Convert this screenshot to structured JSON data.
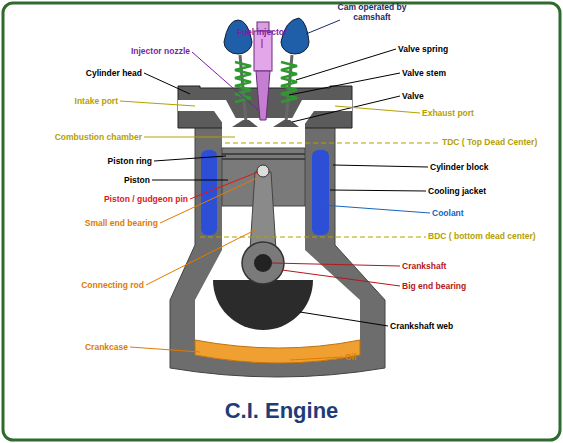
{
  "diagram": {
    "title": "C.I. Engine",
    "labels": [
      "Cam operated by camshaft",
      "Fuel injector",
      "Injector nozzle",
      "Valve spring",
      "Cylinder head",
      "Valve stem",
      "Intake port",
      "Valve",
      "Exhaust port",
      "Combustion chamber",
      "TDC ( Top Dead Center)",
      "Piston ring",
      "Cylinder block",
      "Piston",
      "Cooling jacket",
      "Piston / gudgeon pin",
      "Coolant",
      "Small end bearing",
      "BDC ( bottom dead center)",
      "Crankshaft",
      "Connecting rod",
      "Big end bearing",
      "Crankshaft web",
      "Crankcase",
      "Oil"
    ]
  }
}
